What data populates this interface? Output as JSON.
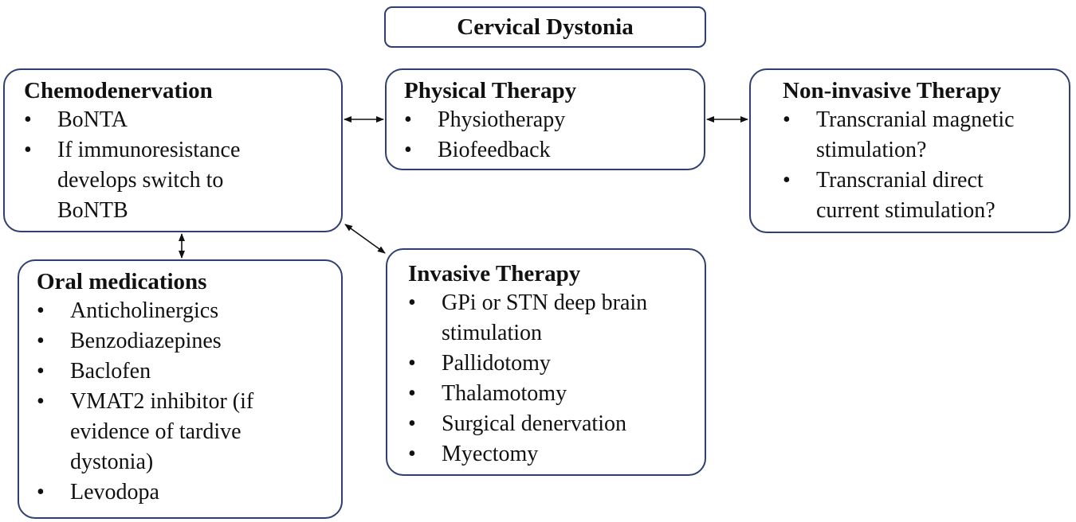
{
  "title": "Cervical Dystonia",
  "nodes": {
    "chemo": {
      "heading": "Chemodenervation",
      "items": [
        "BoNTA",
        "If immunoresistance develops switch to BoNTB"
      ]
    },
    "physical": {
      "heading": "Physical Therapy",
      "items": [
        "Physiotherapy",
        "Biofeedback"
      ]
    },
    "noninvasive": {
      "heading": "Non-invasive Therapy",
      "items": [
        "Transcranial magnetic stimulation?",
        "Transcranial direct current stimulation?"
      ]
    },
    "oral": {
      "heading": "Oral medications",
      "items": [
        "Anticholinergics",
        "Benzodiazepines",
        "Baclofen",
        "VMAT2 inhibitor (if evidence of tardive dystonia)",
        "Levodopa"
      ]
    },
    "invasive": {
      "heading": "Invasive Therapy",
      "items": [
        "GPi or STN deep brain stimulation",
        "Pallidotomy",
        "Thalamotomy",
        "Surgical denervation",
        "Myectomy"
      ]
    }
  },
  "colors": {
    "border": "#2f3f6f",
    "arrow": "#111111"
  }
}
